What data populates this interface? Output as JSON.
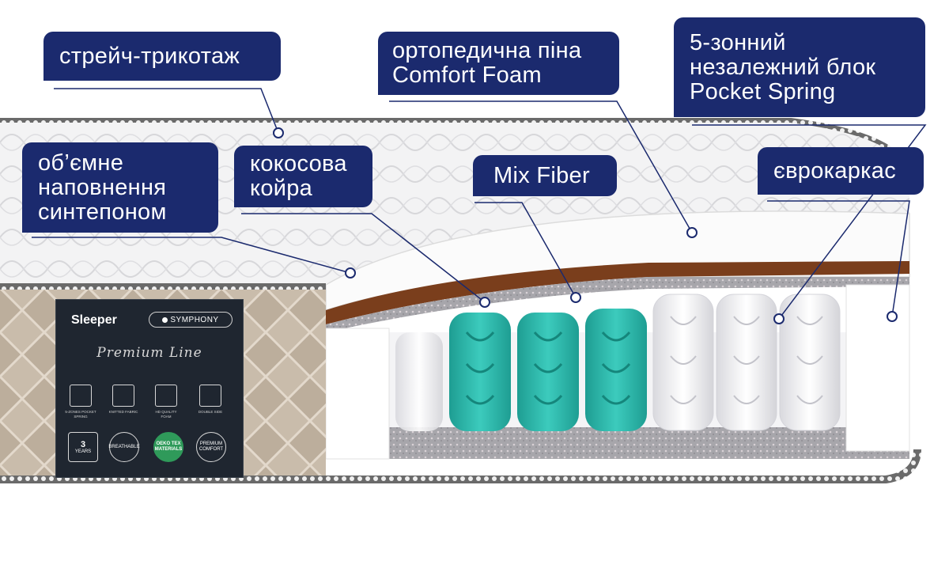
{
  "callouts": {
    "stretch_knit": "стрейч-трикотаж",
    "ortho_foam_line1": "ортопедична піна",
    "ortho_foam_line2": "Comfort Foam",
    "pocket_line1": "5-зонний",
    "pocket_line2": "незалежний блок",
    "pocket_line3": "Pocket Spring",
    "volume_line1": "об’ємне",
    "volume_line2": "наповнення",
    "volume_line3": "синтепоном",
    "coir_line1": "кокосова",
    "coir_line2": "койра",
    "mix_fiber": "Mix Fiber",
    "euro_frame": "єврокаркас"
  },
  "label": {
    "brand": "Sleeper",
    "series": "SYMPHONY",
    "line_title": "Premium Line",
    "features": [
      "5-ZONES POCKET SPRING",
      "KNITTED FABRIC",
      "HD QUALITY FOAM",
      "DOUBLE SIDE"
    ],
    "badge_years_num": "3",
    "badge_years_txt": "YEARS",
    "badge_breathable": "BREATHABLE",
    "badge_oeko": "OEKO TEX",
    "badge_oeko_sub": "MATERIALS",
    "badge_premium": "PREMIUM COMFORT"
  },
  "colors": {
    "callout_bg": "#1b2a6e",
    "leader_line": "#1b2a6e",
    "teal_spring": "#2fb5a8",
    "coir": "#7a3e1c",
    "label_bg": "#1f2630"
  }
}
